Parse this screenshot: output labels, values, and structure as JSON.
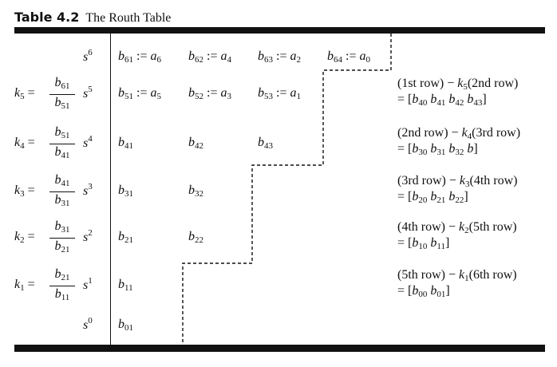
{
  "title": {
    "number": "Table 4.2",
    "text": "The Routh Table"
  },
  "rows": [
    {
      "k": "",
      "k_num": "",
      "k_den": "",
      "s": "6",
      "entries": [
        "b61 := a6",
        "b62 := a4",
        "b63 := a2",
        "b64 := a0"
      ],
      "note1": "",
      "note2": ""
    },
    {
      "k": "k5",
      "k_num": "b61",
      "k_den": "b51",
      "s": "5",
      "entries": [
        "b51 := a5",
        "b52 := a3",
        "b53 := a1"
      ],
      "note1": "(1st row) − k5(2nd row)",
      "note2": "= [b40 b41 b42 b43]"
    },
    {
      "k": "k4",
      "k_num": "b51",
      "k_den": "b41",
      "s": "4",
      "entries": [
        "b41",
        "b42",
        "b43"
      ],
      "note1": "(2nd row) − k4(3rd row)",
      "note2": "= [b30 b31 b32 b]"
    },
    {
      "k": "k3",
      "k_num": "b41",
      "k_den": "b31",
      "s": "3",
      "entries": [
        "b31",
        "b32"
      ],
      "note1": "(3rd row) − k3(4th row)",
      "note2": "= [b20 b21 b22]"
    },
    {
      "k": "k2",
      "k_num": "b31",
      "k_den": "b21",
      "s": "2",
      "entries": [
        "b21",
        "b22"
      ],
      "note1": "(4th row) − k2(5th row)",
      "note2": "= [b10 b11]"
    },
    {
      "k": "k1",
      "k_num": "b21",
      "k_den": "b11",
      "s": "1",
      "entries": [
        "b11"
      ],
      "note1": "(5th row) − k1(6th row)",
      "note2": "= [b00 b01]"
    },
    {
      "k": "",
      "k_num": "",
      "k_den": "",
      "s": "0",
      "entries": [
        "b01"
      ],
      "note1": "",
      "note2": ""
    }
  ]
}
